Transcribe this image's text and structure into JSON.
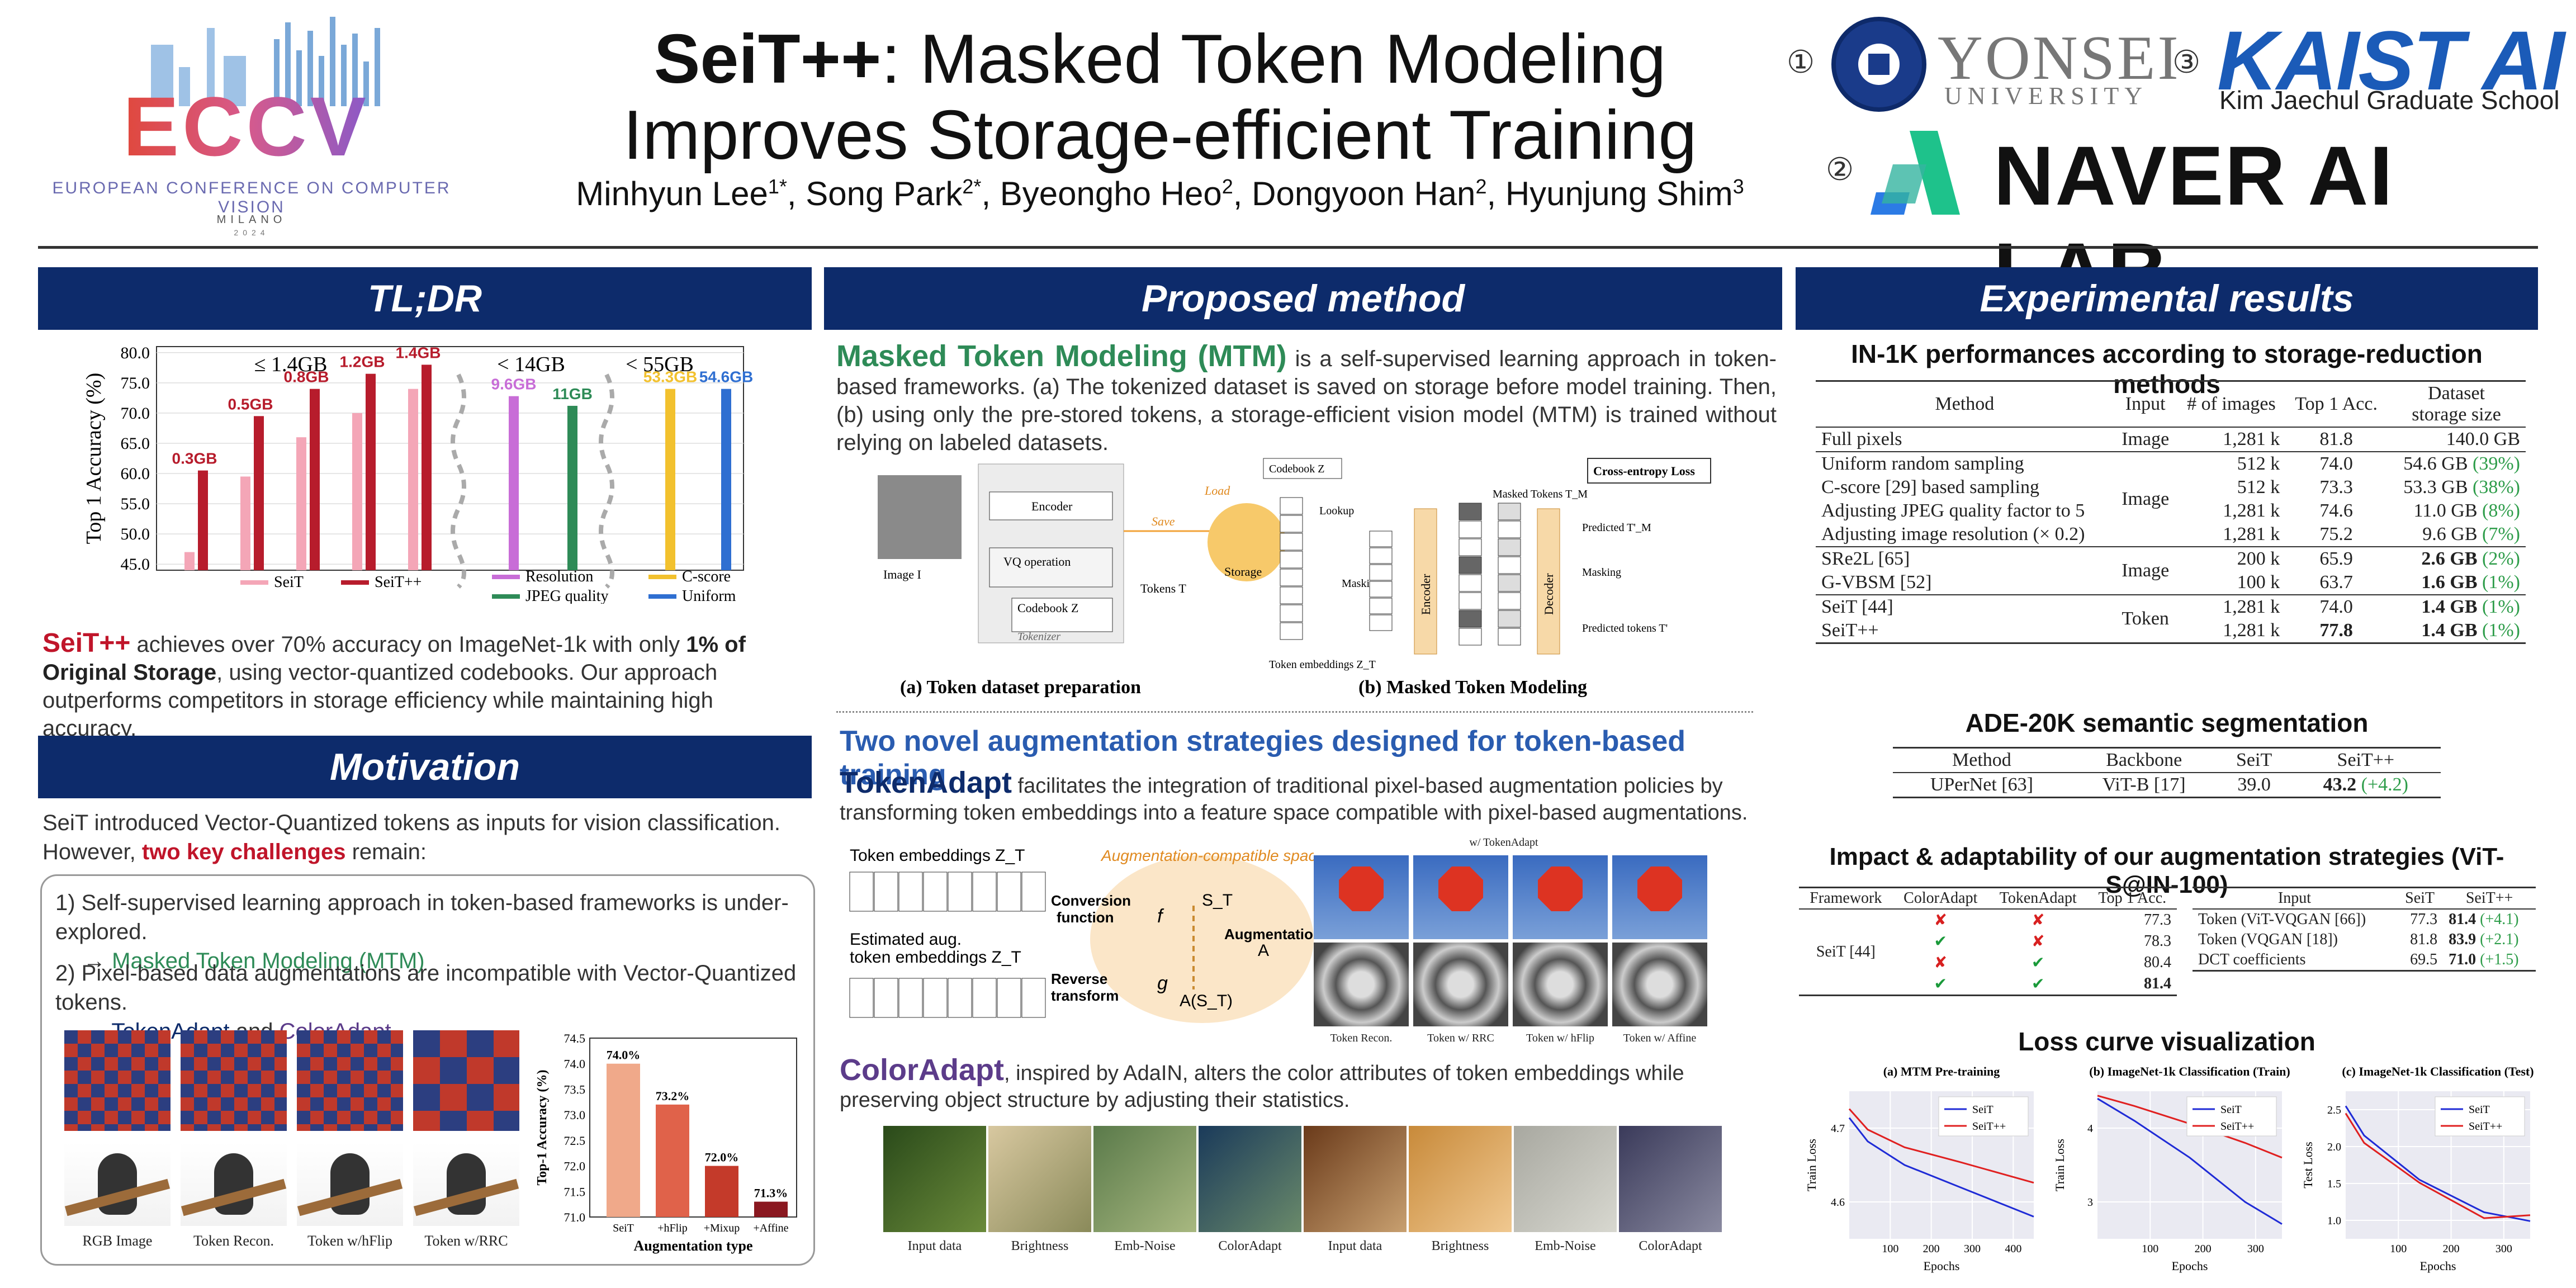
{
  "header": {
    "eccv_logo_text": "ECCV",
    "eccv_full": "EUROPEAN CONFERENCE ON COMPUTER VISION",
    "eccv_city": "MILANO",
    "eccv_year": "2024",
    "title_bold": "SeiT++",
    "title_rest_1": ": Masked Token Modeling",
    "title_line2": "Improves Storage-efficient Training",
    "authors": [
      {
        "name": "Minhyun Lee",
        "sup": "1*"
      },
      {
        "name": "Song Park",
        "sup": "2*"
      },
      {
        "name": "Byeongho Heo",
        "sup": "2"
      },
      {
        "name": "Dongyoon Han",
        "sup": "2"
      },
      {
        "name": "Hyunjung Shim",
        "sup": "3"
      }
    ],
    "aff1_num": "①",
    "aff1_name": "YONSEI",
    "aff1_sub": "UNIVERSITY",
    "aff2_num": "②",
    "aff2_name": "NAVER AI LAB",
    "aff3_num": "③",
    "aff3_name": "KAIST AI",
    "aff3_sub": "Kim Jaechul Graduate School"
  },
  "sections": {
    "tldr": "TL;DR",
    "motivation": "Motivation",
    "method": "Proposed method",
    "results": "Experimental results"
  },
  "tldr": {
    "chart_data": {
      "type": "bar",
      "ylabel": "Top 1 Accuracy (%)",
      "ylim": [
        44,
        81
      ],
      "yticks": [
        "80.0",
        "75.0",
        "70.0",
        "65.0",
        "60.0",
        "55.0",
        "50.0",
        "45.0"
      ],
      "groups": [
        "≤ 1.4GB",
        "< 14GB",
        "< 55GB"
      ],
      "seit": [
        47.0,
        59.5,
        66.0,
        70.0,
        74.0
      ],
      "seitpp": [
        60.5,
        69.5,
        74.0,
        76.5,
        78.0
      ],
      "seitpp_labels": [
        "0.3GB",
        "0.5GB",
        "0.8GB",
        "1.2GB",
        "1.4GB"
      ],
      "resolution": {
        "value": 72.8,
        "label": "9.6GB"
      },
      "jpeg": {
        "value": 71.2,
        "label": "11GB"
      },
      "cscore": {
        "value": 74.0,
        "label": "53.3GB"
      },
      "uniform": {
        "value": 74.0,
        "label": "54.6GB"
      },
      "legend": [
        "SeiT",
        "SeiT++",
        "Resolution",
        "JPEG quality",
        "C-score",
        "Uniform"
      ],
      "colors": {
        "seit": "#f4a6b7",
        "seitpp": "#b71c2c",
        "resolution": "#c86dd7",
        "jpeg": "#2e8b57",
        "cscore": "#f2c12e",
        "uniform": "#2f6fd1"
      }
    },
    "text_1": "SeiT++",
    "text_2": " achieves over 70% accuracy on ImageNet-1k with only ",
    "text_3": "1% of Original Storage",
    "text_4": ", using vector-quantized codebooks. Our approach outperforms competitors in storage efficiency while maintaining high accuracy."
  },
  "motivation": {
    "intro_1": "SeiT introduced Vector-Quantized tokens as inputs for vision classification. However, ",
    "intro_red": "two key challenges",
    "intro_2": " remain:",
    "item1": "1)  Self-supervised learning approach in token-based frameworks is under-explored.",
    "item1_arrow": "→ ",
    "item1_link": "Masked Token Modeling (MTM)",
    "item2": "2)  Pixel-based data augmentations are incompatible with Vector-Quantized tokens.",
    "item2_arrow": "→ ",
    "item2_link1": "TokenAdapt",
    "item2_and": " and ",
    "item2_link2": "ColorAdapt",
    "img_captions": [
      "RGB Image",
      "Token Recon.",
      "Token w/hFlip",
      "Token w/RRC"
    ],
    "chart_data": {
      "type": "bar",
      "ylabel": "Top-1 Accuracy (%)",
      "xlabel": "Augmentation type",
      "categories": [
        "SeiT",
        "+hFlip",
        "+Mixup",
        "+Affine"
      ],
      "values": [
        74.0,
        73.2,
        72.0,
        71.3
      ],
      "labels": [
        "74.0%",
        "73.2%",
        "72.0%",
        "71.3%"
      ],
      "ylim": [
        71.0,
        74.5
      ],
      "yticks": [
        "74.5",
        "74.0",
        "73.5",
        "73.0",
        "72.5",
        "72.0",
        "71.5",
        "71.0"
      ],
      "colors": [
        "#f0a98a",
        "#e0624a",
        "#c43a2a",
        "#8a1820"
      ]
    }
  },
  "method": {
    "mtm_title": "Masked Token Modeling (MTM)",
    "mtm_text": " is a self-supervised learning approach in token-based frameworks. (a) The tokenized dataset is saved on storage before model training. Then, (b) using only the pre-stored tokens, a storage-efficient vision model (MTM) is trained without relying on labeled datasets.",
    "fig_a_caption": "(a) Token dataset preparation",
    "fig_b_caption": "(b) Masked Token Modeling",
    "fig_labels": {
      "image": "Image I",
      "encoder": "Encoder",
      "vq": "VQ operation",
      "codebook": "Codebook Z",
      "tokenizer": "Tokenizer",
      "save": "Save",
      "load": "Load",
      "storage": "Storage",
      "tokens": "Tokens T",
      "lookup": "Lookup",
      "masking": "Masking",
      "encoder_v": "Encoder",
      "decoder_v": "Decoder",
      "ce_loss": "Cross-entropy Loss",
      "masked_tokens": "Masked Tokens T_M",
      "predicted_tm": "Predicted T'_M",
      "predicted_t": "Predicted tokens T'",
      "embeddings": "Token embeddings Z_T"
    },
    "aug_title": "Two novel augmentation strategies designed for token-based training",
    "tokenadapt_title": "TokenAdapt",
    "tokenadapt_text": " facilitates the integration of traditional pixel-based augmentation policies by transforming token embeddings into a feature space compatible with pixel-based augmentations.",
    "ta_labels": {
      "emb": "Token embeddings Z_T",
      "est": "Estimated aug. token embeddings Z'_T",
      "space": "Augmentation-compatible space",
      "conv": "Conversion function",
      "f": "f",
      "aug": "Augmentation",
      "A": "A",
      "rev": "Reverse transform",
      "g": "g",
      "st": "S_T",
      "ast": "A(S_T)",
      "wtoken": "w/ TokenAdapt"
    },
    "ta_captions": [
      "Token Recon.",
      "Token w/ RRC",
      "Token w/ hFlip",
      "Token w/ Affine"
    ],
    "coloradapt_title": "ColorAdapt",
    "coloradapt_text": ", inspired by AdaIN, alters the color attributes of token embeddings while preserving object structure by adjusting their statistics.",
    "ca_captions": [
      "Input data",
      "Brightness",
      "Emb-Noise",
      "ColorAdapt",
      "Input data",
      "Brightness",
      "Emb-Noise",
      "ColorAdapt"
    ]
  },
  "results": {
    "t1_title": "IN-1K performances according to storage-reduction methods",
    "t1_headers": [
      "Method",
      "Input",
      "# of images",
      "Top 1 Acc.",
      "Dataset storage size"
    ],
    "t1_groups": [
      {
        "input": "Image",
        "rows": [
          [
            "Full pixels",
            "1,281 k",
            "81.8",
            "140.0 GB",
            ""
          ]
        ]
      },
      {
        "input": "Image",
        "rows": [
          [
            "Uniform random sampling",
            "512 k",
            "74.0",
            "54.6 GB",
            "(39%)"
          ],
          [
            "C-score [29] based sampling",
            "512 k",
            "73.3",
            "53.3 GB",
            "(38%)"
          ],
          [
            "Adjusting JPEG quality factor to 5",
            "1,281 k",
            "74.6",
            "11.0 GB",
            "(8%)"
          ],
          [
            "Adjusting image resolution (× 0.2)",
            "1,281 k",
            "75.2",
            "9.6 GB",
            "(7%)"
          ]
        ]
      },
      {
        "input": "Image",
        "rows": [
          [
            "SRe2L [65]",
            "200 k",
            "65.9",
            "2.6 GB",
            "(2%)"
          ],
          [
            "G-VBSM [52]",
            "100 k",
            "63.7",
            "1.6 GB",
            "(1%)"
          ]
        ]
      },
      {
        "input": "Token",
        "rows": [
          [
            "SeiT [44]",
            "1,281 k",
            "74.0",
            "1.4 GB",
            "(1%)"
          ],
          [
            "SeiT++",
            "1,281 k",
            "77.8",
            "1.4 GB",
            "(1%)"
          ]
        ]
      }
    ],
    "t2_title": "ADE-20K semantic segmentation",
    "t2_headers": [
      "Method",
      "Backbone",
      "SeiT",
      "SeiT++"
    ],
    "t2_row": [
      "UPerNet [63]",
      "ViT-B [17]",
      "39.0",
      "43.2",
      "(+4.2)"
    ],
    "t3_title": "Impact & adaptability of our augmentation strategies (ViT-S@IN-100)",
    "t3_headers": [
      "Framework",
      "ColorAdapt",
      "TokenAdapt",
      "Top 1 Acc."
    ],
    "t3_framework": "SeiT [44]",
    "t3_rows": [
      [
        "✘",
        "✘",
        "77.3"
      ],
      [
        "✔",
        "✘",
        "78.3"
      ],
      [
        "✘",
        "✔",
        "80.4"
      ],
      [
        "✔",
        "✔",
        "81.4"
      ]
    ],
    "t4_headers": [
      "Input",
      "SeiT",
      "SeiT++"
    ],
    "t4_rows": [
      [
        "Token (ViT-VQGAN [66])",
        "77.3",
        "81.4",
        "(+4.1)"
      ],
      [
        "Token (VQGAN [18])",
        "81.8",
        "83.9",
        "(+2.1)"
      ],
      [
        "DCT coefficients",
        "69.5",
        "71.0",
        "(+1.5)"
      ]
    ],
    "loss_title": "Loss curve visualization",
    "loss_charts": [
      {
        "title": "(a) MTM Pre-training",
        "ylabel": "Train Loss",
        "xlabel": "Epochs",
        "xticks": [
          "100",
          "200",
          "300",
          "400"
        ],
        "yticks": [
          "4.7",
          "4.6"
        ]
      },
      {
        "title": "(b) ImageNet-1k Classification (Train)",
        "ylabel": "Train Loss",
        "xlabel": "Epochs",
        "xticks": [
          "100",
          "200",
          "300"
        ],
        "yticks": [
          "4",
          "3"
        ]
      },
      {
        "title": "(c) ImageNet-1k Classification (Test)",
        "ylabel": "Test Loss",
        "xlabel": "Epochs",
        "xticks": [
          "100",
          "200",
          "300"
        ],
        "yticks": [
          "2.5",
          "2.0",
          "1.5",
          "1.0"
        ]
      }
    ],
    "loss_legend": [
      "SeiT",
      "SeiT++"
    ],
    "loss_colors": {
      "seit": "#1f2bd6",
      "seitpp": "#e02020"
    }
  }
}
